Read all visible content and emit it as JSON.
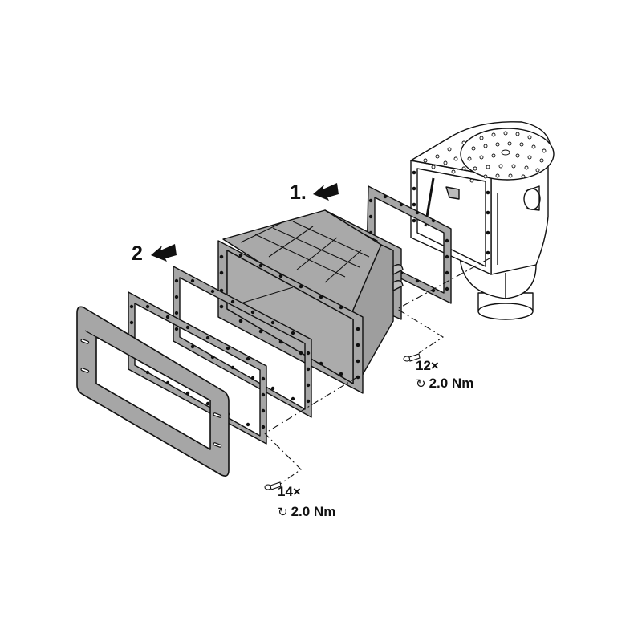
{
  "diagram": {
    "type": "exploded-assembly",
    "subject": "pool skimmer wall installation",
    "colors": {
      "background": "#ffffff",
      "part_fill": "#a6a6a6",
      "part_fill_light": "#bdbdbd",
      "line": "#111111",
      "skimmer_fill": "#ffffff"
    },
    "steps": [
      {
        "label": "1.",
        "arrow_icon": "arrow-up-left-icon"
      },
      {
        "label": "2",
        "arrow_icon": "arrow-up-left-icon"
      }
    ],
    "fasteners": [
      {
        "id": "upper",
        "quantity": "12×",
        "torque_icon": "rotate-clockwise-icon",
        "torque": "2.0 Nm"
      },
      {
        "id": "lower",
        "quantity": "14×",
        "torque_icon": "rotate-clockwise-icon",
        "torque": "2.0 Nm"
      }
    ],
    "parts": [
      "skimmer-body",
      "rear-gasket",
      "extension-housing",
      "front-gasket-a",
      "front-gasket-b",
      "face-plate"
    ]
  }
}
